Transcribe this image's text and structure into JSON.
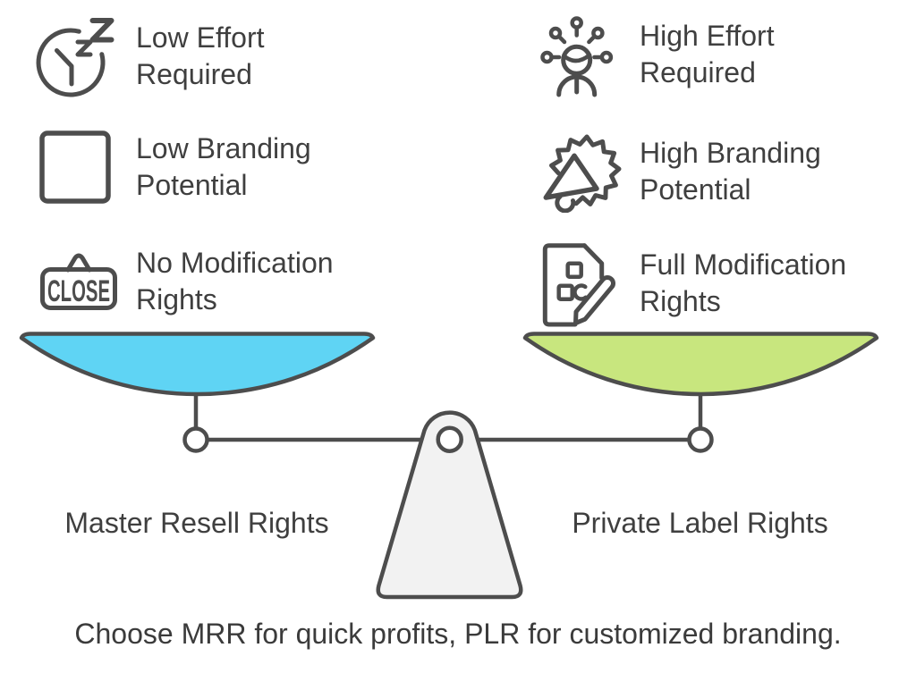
{
  "title": "MRR vs PLR balance scale comparison",
  "colors": {
    "ink": "#4d4d4d",
    "text": "#3f3f3f",
    "left_pan_fill": "#5fd4f4",
    "right_pan_fill": "#c8e67e",
    "fulcrum_fill": "#f2f2f2"
  },
  "features": {
    "left": [
      {
        "icon": "sleep-clock-icon",
        "label": "Low Effort\nRequired"
      },
      {
        "icon": "blank-square-icon",
        "label": "Low Branding\nPotential"
      },
      {
        "icon": "close-sign-icon",
        "label": "No Modification\nRights"
      }
    ],
    "right": [
      {
        "icon": "brainstorm-person-icon",
        "label": "High Effort\nRequired"
      },
      {
        "icon": "megaphone-burst-icon",
        "label": "High Branding\nPotential"
      },
      {
        "icon": "document-edit-icon",
        "label": "Full Modification\nRights"
      }
    ]
  },
  "scale": {
    "left_pan_label": "Master Resell Rights",
    "right_pan_label": "Private Label Rights"
  },
  "close_sign_text": "CLOSE",
  "caption": "Choose MRR for quick profits, PLR for customized branding."
}
